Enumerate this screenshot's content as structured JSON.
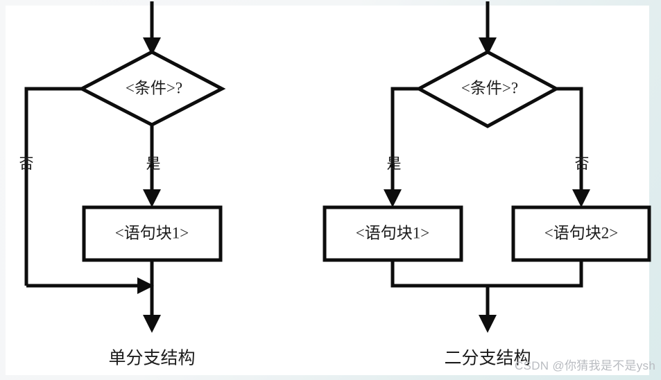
{
  "figure": {
    "background_color": "#ffffff",
    "page_tint_color": "#dbebec",
    "stroke_color": "#0d0d0d",
    "text_color": "#1c1c1c"
  },
  "diagrams": [
    {
      "id": "single-branch",
      "caption": "单分支结构",
      "decision": "<条件>?",
      "labels": {
        "no": "否",
        "yes": "是"
      },
      "blocks": [
        "<语句块1>"
      ]
    },
    {
      "id": "two-branch",
      "caption": "二分支结构",
      "decision": "<条件>?",
      "labels": {
        "yes": "是",
        "no": "否"
      },
      "blocks": [
        "<语句块1>",
        "<语句块2>"
      ]
    }
  ],
  "watermark": {
    "text": "CSDN @你猜我是不是ysh",
    "color": "#b9bcc1"
  }
}
